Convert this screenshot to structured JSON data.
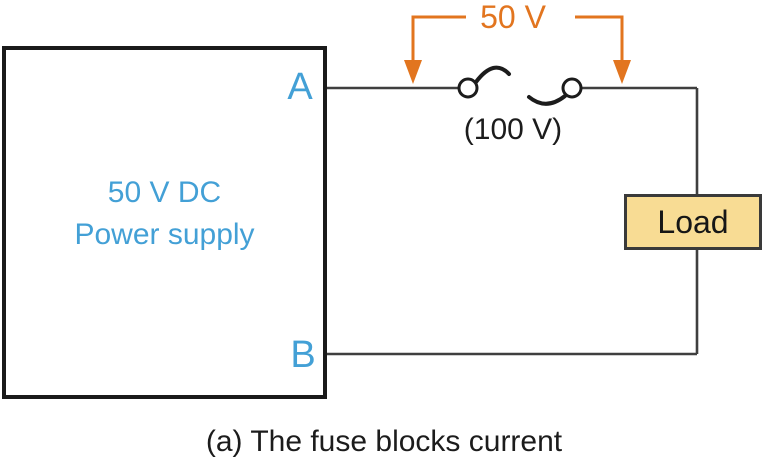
{
  "diagram": {
    "power_supply": {
      "label_line1": "50 V DC",
      "label_line2": "Power supply",
      "terminal_a": "A",
      "terminal_b": "B"
    },
    "fuse": {
      "voltage_across": "50 V",
      "rating": "(100 V)"
    },
    "load": {
      "label": "Load"
    },
    "caption": "(a) The fuse blocks current"
  },
  "colors": {
    "terminal_text": "#43a0d6",
    "voltage_annotation": "#e2751f",
    "wire": "#3f3f3f",
    "fuse_symbol": "#1c1c1c",
    "box_border": "#1a1a1a",
    "load_fill": "#f8dc94",
    "load_border": "#3a3a3a",
    "caption_text": "#1c1c1c"
  }
}
